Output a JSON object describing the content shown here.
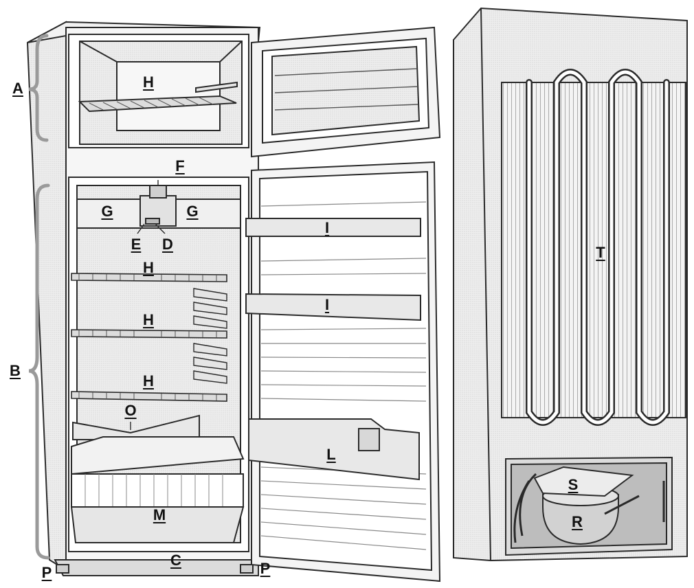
{
  "colors": {
    "ink": "#2a2a2a",
    "shade": "#e9e9e9",
    "bracket": "#9a9a9a",
    "label": "#111111"
  },
  "labels": {
    "A": "A",
    "B": "B",
    "C": "C",
    "D": "D",
    "E": "E",
    "F": "F",
    "G": "G",
    "H": "H",
    "I": "I",
    "L": "L",
    "M": "M",
    "O": "O",
    "P": "P",
    "R": "R",
    "S": "S",
    "T": "T"
  }
}
